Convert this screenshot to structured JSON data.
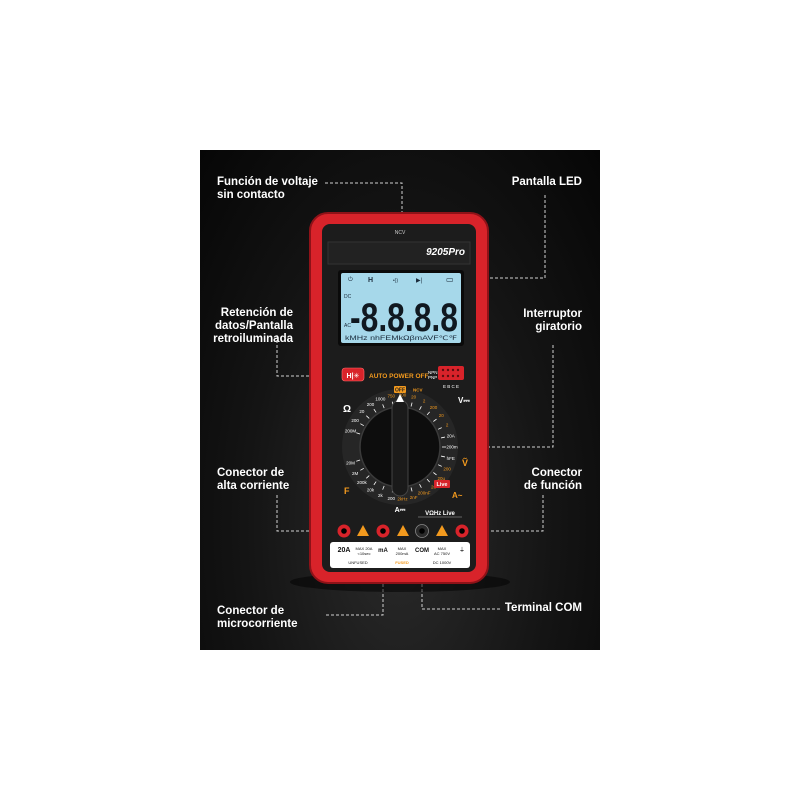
{
  "callouts": {
    "ncv": [
      "Función de voltaje",
      "sin contacto"
    ],
    "led": "Pantalla LED",
    "hold": [
      "Retención de",
      "datos/Pantalla",
      "retroiluminada"
    ],
    "rotary": [
      "Interruptor",
      "giratorio"
    ],
    "high_current": [
      "Conector de",
      "alta corriente"
    ],
    "function_jack": [
      "Conector",
      "de función"
    ],
    "micro_current": [
      "Conector de",
      "microcorriente"
    ],
    "com": "Terminal COM"
  },
  "meter": {
    "model": "9205Pro",
    "ncv_label": "NCV",
    "display": {
      "digits": "-8.8.8.8",
      "dc": "DC",
      "ac": "AC",
      "units": "kMHz nhFEMkΩβmAVF℃℉",
      "hold_symbol": "H",
      "beep_symbol": "•))",
      "diode_symbol": "▶|",
      "battery_symbol": "▭"
    },
    "hold_button": "H|✳",
    "auto_power_off": "AUTO POWER OFF",
    "npn": "NPN",
    "pnp": "PNP",
    "ebce": "E B C E",
    "dial": {
      "off": "OFF",
      "ncv": "NCV",
      "scale_labels": [
        "200M",
        "200",
        "20",
        "200",
        "1000",
        "750",
        "200",
        "20",
        "2",
        "200",
        "20",
        "2",
        "20A",
        "200m",
        "hFE",
        "200",
        "20u",
        "2u",
        "200nF",
        "2nF",
        "2kHz",
        "200",
        "2k",
        "20k",
        "200k",
        "2M",
        "20M"
      ],
      "ohm": "Ω",
      "v_dc": "V⎓",
      "v_ac": "Ṽ",
      "live": "Live",
      "a_ac": "A~",
      "a_dc": "A⎓",
      "farad": "F",
      "hz": "Hz"
    },
    "jack_header": "VΩHz Live",
    "jacks": {
      "j20a": "20A",
      "j20a_spec": [
        "MAX 20A",
        "<10sec"
      ],
      "unfused": "UNFUSED",
      "ma": "mA",
      "ma_spec": [
        "MAX",
        "200mA"
      ],
      "fused": "FUSED",
      "com": "COM",
      "v_spec": [
        "MAX",
        "AC 750V"
      ],
      "dc_spec": "DC 1000V"
    }
  },
  "colors": {
    "body_red": "#d8232a",
    "inner_black": "#1c1c1c",
    "lcd": "#a6d8ea",
    "accent_orange": "#f39a1e",
    "label_white": "#ffffff"
  }
}
